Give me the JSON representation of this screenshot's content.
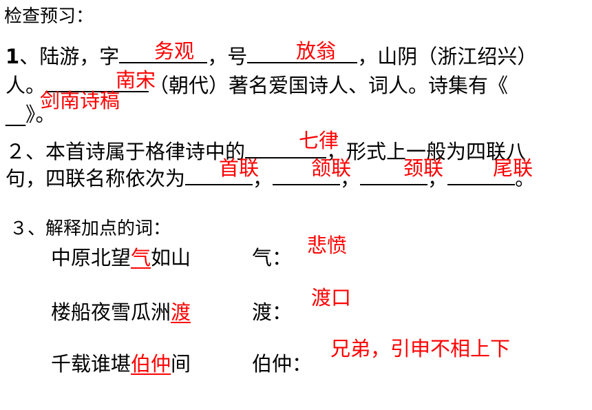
{
  "colors": {
    "text": "#000000",
    "answer": "#ff0000",
    "background": "#ffffff"
  },
  "title": "检查预习：",
  "q1": {
    "num": "1",
    "line1_a": "、陆游，字",
    "line1_b": "，号",
    "line1_c": "，山阴（浙江绍兴）",
    "line2_a": "人。",
    "line2_b": "（朝代）著名爱国诗人、词人。诗集有《",
    "line3_a": "__》。",
    "answers": {
      "zi": "务观",
      "hao": "放翁",
      "dynasty": "南宋",
      "collection": "剑南诗稿"
    }
  },
  "q2": {
    "line1_a": "２、本首诗属于格律诗中的",
    "line1_b": "，形式上一般为四联八",
    "line2_a": "句，四联名称依次为",
    "sep": "，",
    "end": "。",
    "answers": {
      "type": "七律",
      "c1": "首联",
      "c2": "颔联",
      "c3": "颈联",
      "c4": "尾联"
    }
  },
  "q3": {
    "heading": "３、解释加点的词：",
    "items": [
      {
        "pre": "中原北望",
        "key": "气",
        "post": "如山",
        "label": "气：",
        "answer": "悲愤"
      },
      {
        "pre": "楼船夜雪瓜洲",
        "key": "渡",
        "post": "",
        "label": "渡：",
        "answer": "渡口"
      },
      {
        "pre": "千载谁堪",
        "key": "伯仲",
        "post": "间",
        "label": "伯仲：",
        "answer": "兄弟，引申不相上下"
      }
    ]
  }
}
